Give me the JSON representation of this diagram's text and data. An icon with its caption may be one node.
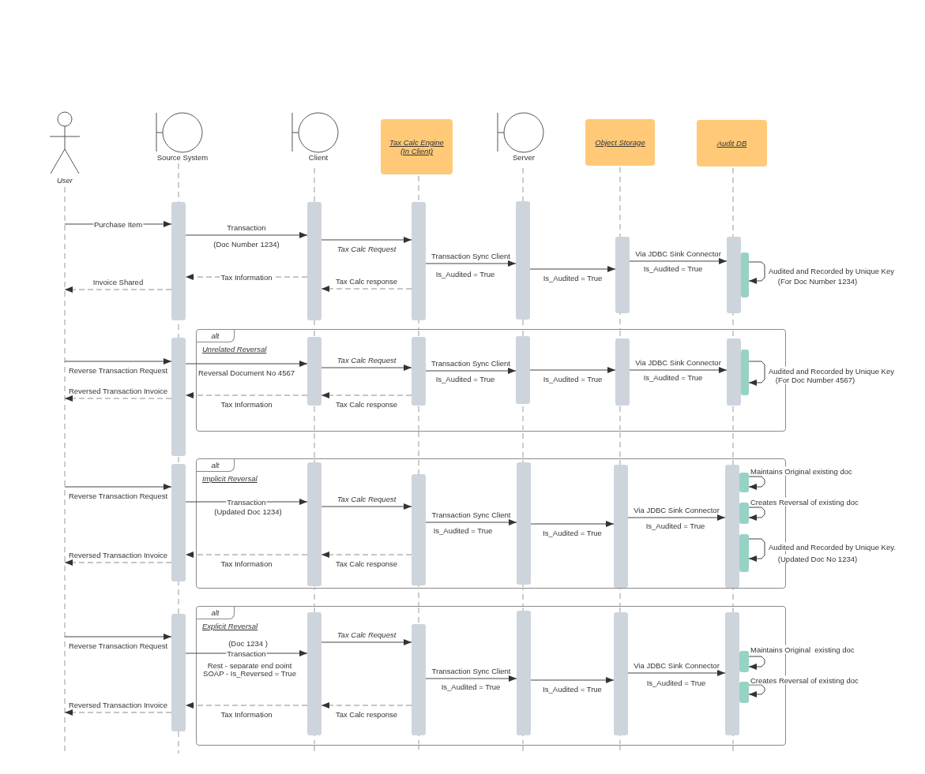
{
  "diagram": {
    "nodes": [
      {
        "text": [
          "User"
        ]
      },
      {
        "text": [
          "Source System"
        ]
      },
      {
        "text": [
          "Client"
        ]
      },
      {
        "text": [
          "Tax Calc Engine (In Client)"
        ]
      },
      {
        "text": [
          "Server"
        ]
      },
      {
        "text": [
          "Object Storage"
        ]
      },
      {
        "text": [
          "Audit DB"
        ]
      },
      {
        "text": [],
        "shape": "bar"
      },
      {
        "text": [],
        "shape": "bar"
      },
      {
        "text": [],
        "shape": "bar"
      },
      {
        "text": [],
        "shape": "bar"
      },
      {
        "text": [],
        "shape": "bar"
      },
      {
        "text": [],
        "shape": "bar"
      },
      {
        "text": [],
        "shape": "bar"
      },
      {
        "text": [],
        "shape": "bar"
      },
      {
        "text": [
          "alt",
          "Unrelated Reversal"
        ]
      },
      {
        "text": [],
        "shape": "bar",
        "in": 15
      },
      {
        "text": [],
        "shape": "bar",
        "in": 15
      },
      {
        "text": [],
        "shape": "bar",
        "in": 15
      },
      {
        "text": [],
        "shape": "bar",
        "in": 15
      },
      {
        "text": [],
        "shape": "bar",
        "in": 15
      },
      {
        "text": [],
        "shape": "bar",
        "in": 15
      },
      {
        "text": [],
        "shape": "bar"
      },
      {
        "text": [
          "alt",
          "Implicit Reversal"
        ]
      },
      {
        "text": [],
        "shape": "bar",
        "in": 23
      },
      {
        "text": [],
        "shape": "bar",
        "in": 23
      },
      {
        "text": [],
        "shape": "bar",
        "in": 23
      },
      {
        "text": [],
        "shape": "bar",
        "in": 23
      },
      {
        "text": [],
        "shape": "bar",
        "in": 23
      },
      {
        "text": [],
        "shape": "bar",
        "in": 23
      },
      {
        "text": [],
        "shape": "bar",
        "in": 23
      },
      {
        "text": [],
        "shape": "bar",
        "in": 23
      },
      {
        "text": [],
        "shape": "bar"
      },
      {
        "text": [
          "alt",
          "Explicit Reversal"
        ]
      },
      {
        "text": [],
        "shape": "bar",
        "in": 33
      },
      {
        "text": [],
        "shape": "bar",
        "in": 33
      },
      {
        "text": [],
        "shape": "bar",
        "in": 33
      },
      {
        "text": [],
        "shape": "bar",
        "in": 33
      },
      {
        "text": [],
        "shape": "bar",
        "in": 33
      },
      {
        "text": [],
        "shape": "bar",
        "in": 33
      },
      {
        "text": [],
        "shape": "bar",
        "in": 33
      }
    ],
    "edges": [
      {
        "from": 0,
        "to": 7,
        "arrow": "to",
        "label": "Purchase Item"
      },
      {
        "from": 7,
        "to": 8,
        "arrow": "to",
        "label": "Transaction"
      },
      {
        "from": 8,
        "to": 9,
        "arrow": "to",
        "label": "Tax Calc Request"
      },
      {
        "from": 9,
        "to": 10,
        "arrow": "to",
        "label": "Transaction Sync Client"
      },
      {
        "from": 10,
        "to": 11,
        "arrow": "to",
        "label": "Is_Audited = True"
      },
      {
        "from": 11,
        "to": 12,
        "arrow": "to",
        "label": "Via JDBC Sink Connector"
      },
      {
        "from": 13,
        "to": 13,
        "arrow": "to",
        "label": "Audited and Recorded by Unique Key"
      },
      {
        "from": 8,
        "to": 7,
        "arrow": "to",
        "label": "Tax Information",
        "style": "dashed"
      },
      {
        "from": 9,
        "to": 8,
        "arrow": "to",
        "label": "Tax Calc response",
        "style": "dashed"
      },
      {
        "from": 7,
        "to": 0,
        "arrow": "to",
        "label": "Invoice Shared",
        "style": "dashed"
      },
      {
        "from": 0,
        "to": 14,
        "arrow": "to",
        "label": "Reverse Transaction Request"
      },
      {
        "from": 14,
        "to": 16,
        "arrow": "to",
        "label": "Reversal Document No 4567"
      },
      {
        "from": 16,
        "to": 17,
        "arrow": "to",
        "label": "Tax Calc Request"
      },
      {
        "from": 17,
        "to": 18,
        "arrow": "to",
        "label": "Transaction Sync Client"
      },
      {
        "from": 18,
        "to": 19,
        "arrow": "to",
        "label": "Is_Audited = True"
      },
      {
        "from": 19,
        "to": 20,
        "arrow": "to",
        "label": "Via JDBC Sink Connector"
      },
      {
        "from": 21,
        "to": 21,
        "arrow": "to",
        "label": "Audited and Recorded by Unique Key"
      },
      {
        "from": 14,
        "to": 0,
        "arrow": "to",
        "label": "Reversed Transaction Invoice",
        "style": "dashed"
      },
      {
        "from": 16,
        "to": 14,
        "arrow": "to",
        "label": "Tax Information",
        "style": "dashed"
      },
      {
        "from": 17,
        "to": 16,
        "arrow": "to",
        "label": "Tax Calc response",
        "style": "dashed"
      },
      {
        "from": 0,
        "to": 22,
        "arrow": "to",
        "label": "Reverse Transaction Request"
      },
      {
        "from": 22,
        "to": 24,
        "arrow": "to",
        "label": "Transaction"
      },
      {
        "from": 24,
        "to": 25,
        "arrow": "to",
        "label": "Tax Calc Request"
      },
      {
        "from": 25,
        "to": 26,
        "arrow": "to",
        "label": "Transaction Sync Client"
      },
      {
        "from": 26,
        "to": 27,
        "arrow": "to",
        "label": "Is_Audited = True"
      },
      {
        "from": 27,
        "to": 28,
        "arrow": "to",
        "label": "Via JDBC Sink Connector"
      },
      {
        "from": 29,
        "to": 29,
        "arrow": "to",
        "label": "Maintains Original existing doc"
      },
      {
        "from": 30,
        "to": 30,
        "arrow": "to",
        "label": "Creates Reversal of existing doc"
      },
      {
        "from": 31,
        "to": 31,
        "arrow": "to",
        "label": "Audited and Recorded by Unique Key."
      },
      {
        "from": 22,
        "to": 0,
        "arrow": "to",
        "label": "Reversed Transaction Invoice",
        "style": "dashed"
      },
      {
        "from": 24,
        "to": 22,
        "arrow": "to",
        "label": "Tax Information",
        "style": "dashed"
      },
      {
        "from": 25,
        "to": 24,
        "arrow": "to",
        "label": "Tax Calc response",
        "style": "dashed"
      },
      {
        "from": 0,
        "to": 32,
        "arrow": "to",
        "label": "Reverse Transaction Request"
      },
      {
        "from": 32,
        "to": 34,
        "arrow": "to",
        "label": "Transaction"
      },
      {
        "from": 34,
        "to": 35,
        "arrow": "to",
        "label": "Tax Calc Request"
      },
      {
        "from": 35,
        "to": 36,
        "arrow": "to",
        "label": "Transaction Sync Client"
      },
      {
        "from": 36,
        "to": 37,
        "arrow": "to",
        "label": "Is_Audited = True"
      },
      {
        "from": 37,
        "to": 38,
        "arrow": "to",
        "label": "Via JDBC Sink Connector"
      },
      {
        "from": 39,
        "to": 39,
        "arrow": "to",
        "label": "Maintains Original  existing doc"
      },
      {
        "from": 40,
        "to": 40,
        "arrow": "to",
        "label": "Creates Reversal of existing doc"
      },
      {
        "from": 32,
        "to": 0,
        "arrow": "to",
        "label": "Reversed Transaction Invoice",
        "style": "dashed"
      },
      {
        "from": 34,
        "to": 32,
        "arrow": "to",
        "label": "Tax Information",
        "style": "dashed"
      },
      {
        "from": 35,
        "to": 34,
        "arrow": "to",
        "label": "Tax Calc response",
        "style": "dashed"
      }
    ],
    "labels": [
      "(Doc Number 1234)",
      "Is_Audited = True",
      "Is_Audited = True",
      "(For Doc Number 1234)",
      "Is_Audited = True",
      "Is_Audited = True",
      "(For Doc Number 4567)",
      "(Updated Doc 1234)",
      "Is_Audited = True",
      "Is_Audited = True",
      "(Updated Doc No 1234)",
      "(Doc 1234 )",
      "Rest - separate end point",
      "SOAP - Is_Reversed = True",
      "Is_Audited = True",
      "Is_Audited = True"
    ]
  }
}
